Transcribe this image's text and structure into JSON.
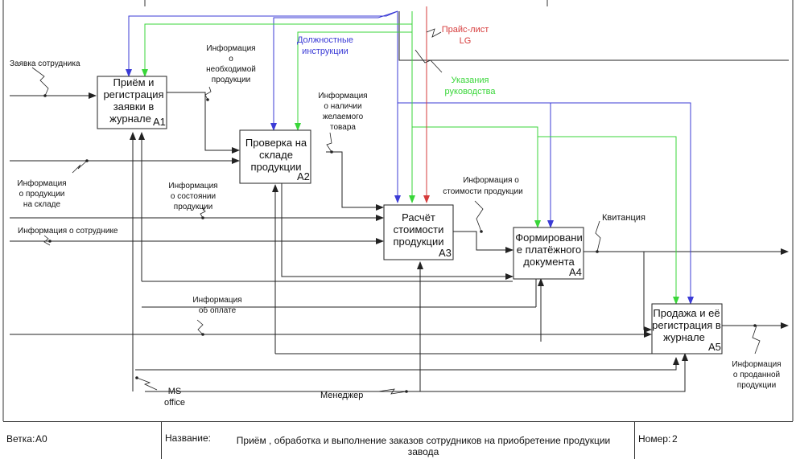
{
  "boxes": [
    {
      "id": "A1",
      "lines": [
        "Приём и",
        "регистрация",
        "заявки в",
        "журнале"
      ],
      "num": "A1"
    },
    {
      "id": "A2",
      "lines": [
        "Проверка на",
        "складе",
        "продукции"
      ],
      "num": "A2"
    },
    {
      "id": "A3",
      "lines": [
        "Расчёт",
        "стоимости",
        "продукции"
      ],
      "num": "A3"
    },
    {
      "id": "A4",
      "lines": [
        "Формировани",
        "е платёжного",
        "документа"
      ],
      "num": "A4"
    },
    {
      "id": "A5",
      "lines": [
        "Продажа и её",
        "регистрация в",
        "журнале"
      ],
      "num": "A5"
    }
  ],
  "labels": {
    "zayavka": "Заявка сотрудника",
    "info_nuzhnoy": [
      "Информация",
      "о",
      "необходимой",
      "продукции"
    ],
    "dolzhnostnye": [
      "Должностные",
      "инструкции"
    ],
    "prays": [
      "Прайс-лист",
      "LG"
    ],
    "ukazaniya": [
      "Указания",
      "руководства"
    ],
    "info_nalichii": [
      "Информация",
      "о наличии",
      "желаемого",
      "товара"
    ],
    "info_sklad": [
      "Информация",
      "о продукции",
      "на складе"
    ],
    "info_sostoyanii": [
      "Информация",
      "о состоянии",
      "продукции"
    ],
    "info_sotrudnike": "Информация о сотруднике",
    "info_stoimosti": [
      "Информация о",
      "стоимости продукции"
    ],
    "kvitanciya": "Квитанция",
    "info_oplate": [
      "Информация",
      "об оплате"
    ],
    "ms_office": [
      "MS",
      "office"
    ],
    "menedzher": "Менеджер",
    "info_prodannoy": [
      "Информация",
      "о проданной",
      "продукции"
    ]
  },
  "colors": {
    "blue": "#3b3bd6",
    "green": "#39d639",
    "red": "#d63b3b",
    "line": "#222222"
  },
  "footer": {
    "vetka_label": "Ветка:",
    "vetka_value": "A0",
    "nazvanie_label": "Название:",
    "nazvanie_value": [
      "Приём , обработка и выполнение заказов сотрудников на приобретение продукции",
      "завода"
    ],
    "nomer_label": "Номер:",
    "nomer_value": "2"
  }
}
